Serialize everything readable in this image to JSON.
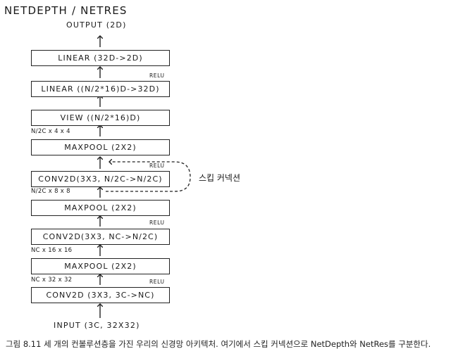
{
  "title": "NETDEPTH / NETRES",
  "output_label": "OUTPUT (2D)",
  "input_label": "INPUT (3C, 32X32)",
  "boxes": [
    "LINEAR (32D->2D)",
    "LINEAR ((N/2*16)D->32D)",
    "VIEW ((N/2*16)D)",
    "MAXPOOL (2X2)",
    "CONV2D(3X3, N/2C->N/2C)",
    "MAXPOOL (2X2)",
    "CONV2D(3X3, NC->N/2C)",
    "MAXPOOL (2X2)",
    "CONV2D (3X3, 3C->NC)"
  ],
  "relu": "RELU",
  "shapes": {
    "s1": "N/2C x 4 x 4",
    "s2": "N/2C x 8 x 8",
    "s3": "NC x 16 x 16",
    "s4": "NC x 32 x 32"
  },
  "skip_label": "스킵 커넥션",
  "caption": "그림 8.11  세 개의 컨볼루션층을 가진 우리의 신경망 아키텍처. 여기에서 스킵 커넥션으로 NetDepth와 NetRes를 구분한다."
}
